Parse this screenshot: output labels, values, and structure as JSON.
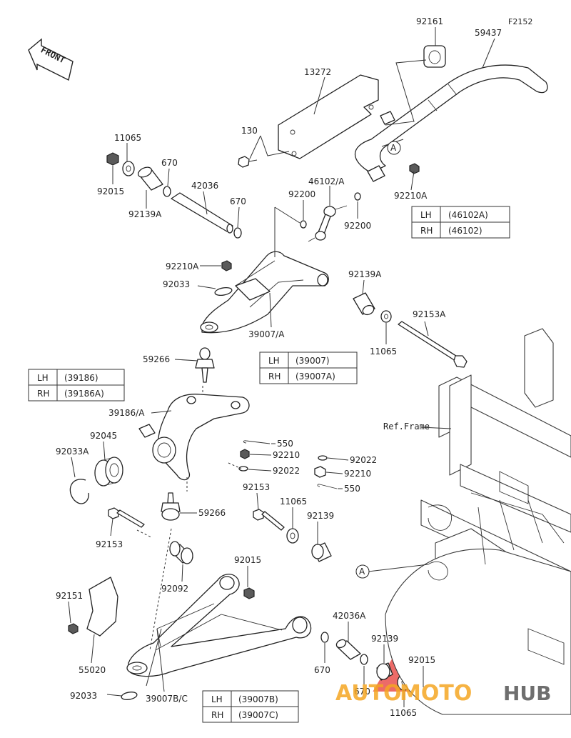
{
  "figure_code": "F2152",
  "front_label": "FRONT",
  "reference_label": "Ref.Frame",
  "circle_marker": "A",
  "watermark": {
    "text_auto": "AUTO",
    "text_moto": "MOTO",
    "text_hub": "HUB",
    "color_orange": "#f5a623",
    "color_red": "#e53935",
    "color_dark": "#555555"
  },
  "labels": {
    "p92161": "92161",
    "p59437": "59437",
    "p13272": "13272",
    "p130": "130",
    "p11065_top": "11065",
    "p670_top": "670",
    "p42036": "42036",
    "p670_mid": "670",
    "p92015_top": "92015",
    "p92139A_left": "92139A",
    "p46102A": "46102/A",
    "p92210A_top": "92210A",
    "p92200_left": "92200",
    "p92200_right": "92200",
    "p92210A_mid": "92210A",
    "p92033_top": "92033",
    "p92139A_right": "92139A",
    "p39007A": "39007/A",
    "p92153A": "92153A",
    "p11065_mid": "11065",
    "p59266_top": "59266",
    "p39186A": "39186/A",
    "p92045": "92045",
    "p92033A": "92033A",
    "p550_top": "550",
    "p92210_a": "92210",
    "p92022_right": "92022",
    "p92022_left": "92022",
    "p92210_b": "92210",
    "p550_bot": "550",
    "p59266_bot": "59266",
    "p92153_mid": "92153",
    "p11065_low": "11065",
    "p92139": "92139",
    "p92153_left": "92153",
    "p92015_mid": "92015",
    "p92092": "92092",
    "p92151": "92151",
    "p55020": "55020",
    "p42036A": "42036A",
    "p92139_low": "92139",
    "p92015_low": "92015",
    "p670_low": "670",
    "p670_low2": "670",
    "p92033_low": "92033",
    "p39007BC": "39007B/C",
    "p11065_bot": "11065"
  },
  "tables": {
    "t46102": {
      "rows": [
        {
          "side": "LH",
          "code": "(46102A)"
        },
        {
          "side": "RH",
          "code": "(46102)"
        }
      ]
    },
    "t39007": {
      "rows": [
        {
          "side": "LH",
          "code": "(39007)"
        },
        {
          "side": "RH",
          "code": "(39007A)"
        }
      ]
    },
    "t39186": {
      "rows": [
        {
          "side": "LH",
          "code": "(39186)"
        },
        {
          "side": "RH",
          "code": "(39186A)"
        }
      ]
    },
    "t39007B": {
      "rows": [
        {
          "side": "LH",
          "code": "(39007B)"
        },
        {
          "side": "RH",
          "code": "(39007C)"
        }
      ]
    }
  }
}
